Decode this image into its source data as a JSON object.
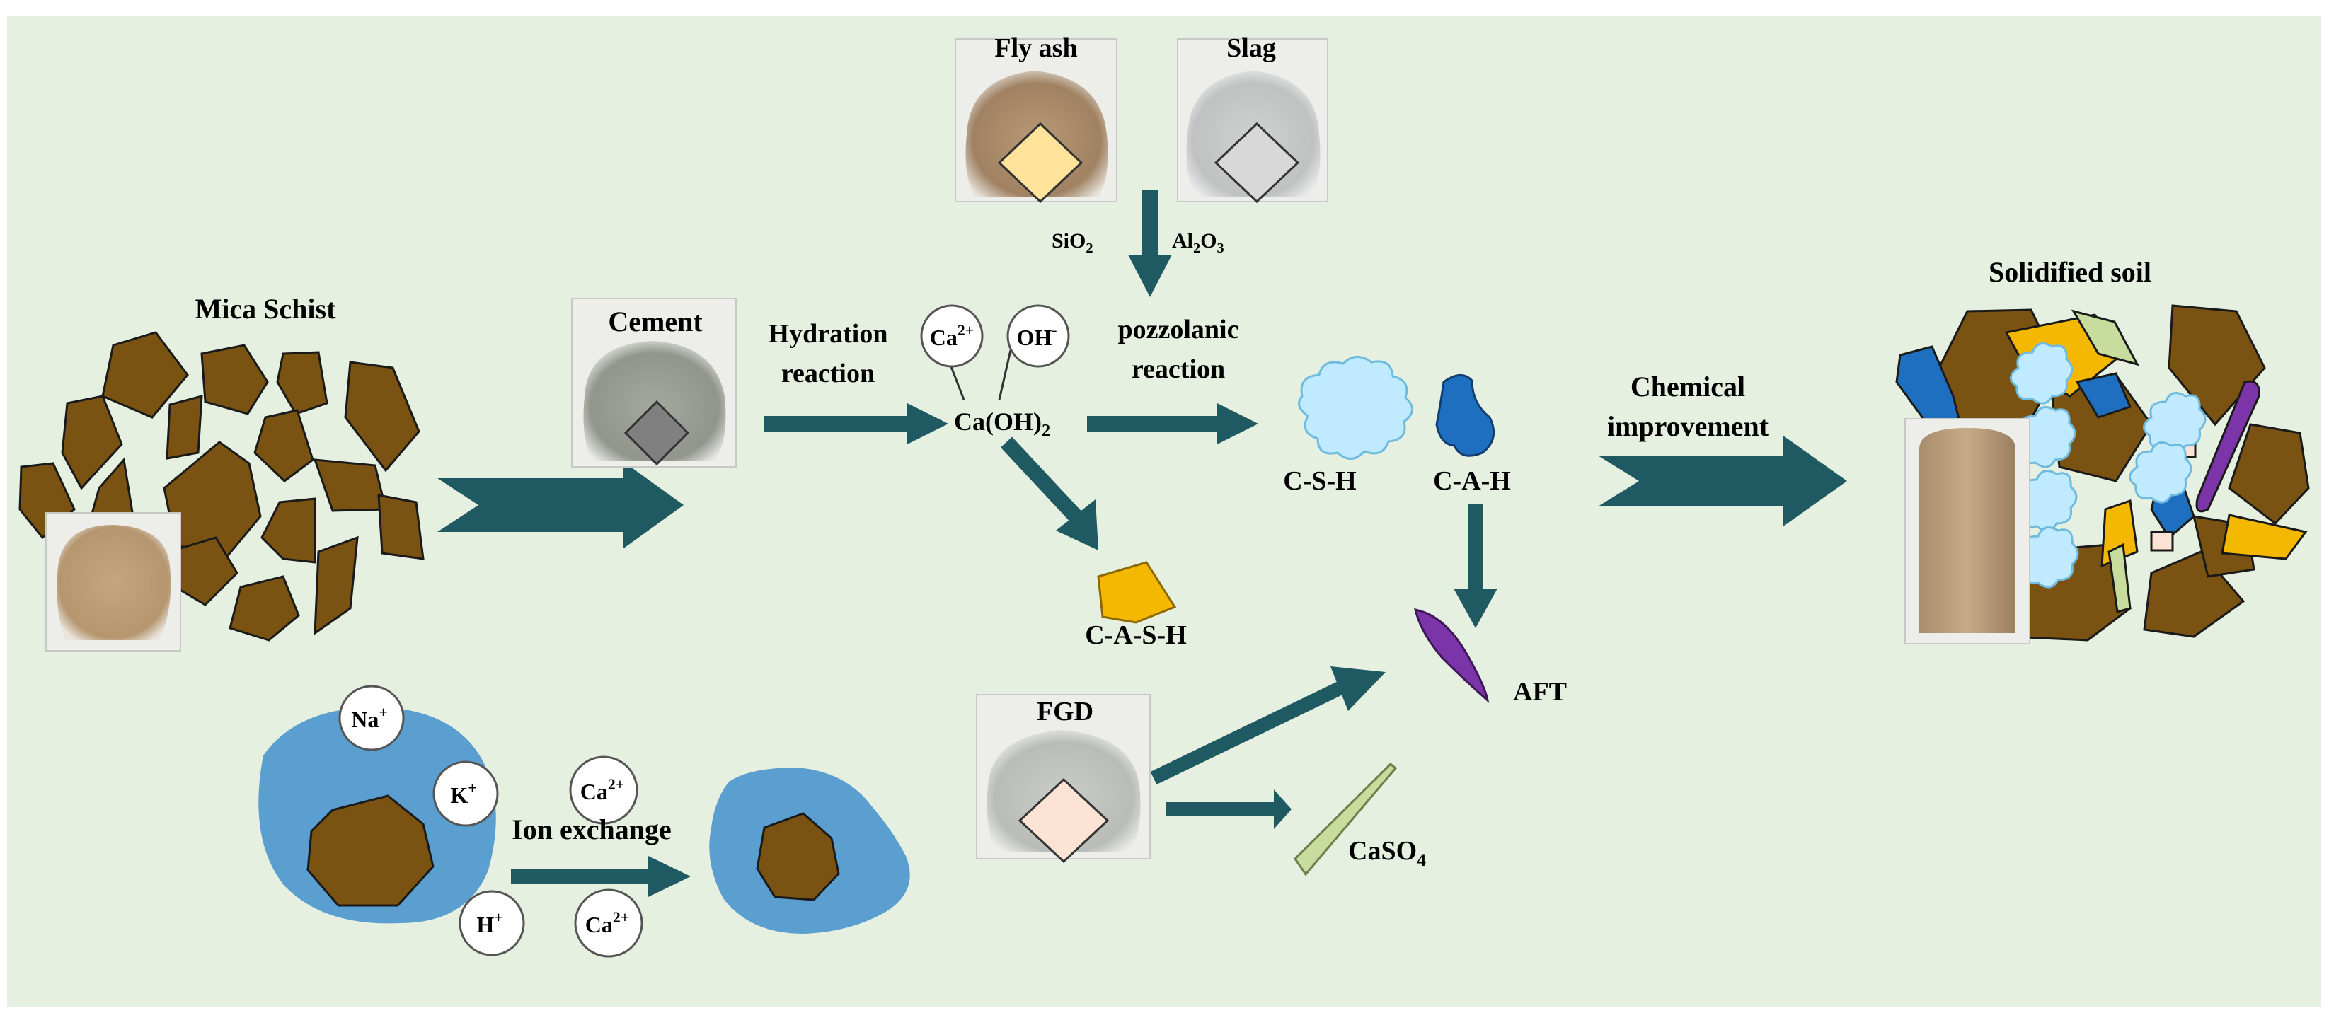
{
  "materials": {
    "fly_ash": "Fly ash",
    "slag": "Slag",
    "cement": "Cement",
    "fgd": "FGD",
    "mica_schist": "Mica Schist",
    "solidified_soil": "Solidified soil"
  },
  "reactions": {
    "hydration_1": "Hydration",
    "hydration_2": "reaction",
    "pozzolanic_1": "pozzolanic",
    "pozzolanic_2": "reaction",
    "chemical_1": "Chemical",
    "chemical_2": "improvement",
    "ion_exchange": "Ion exchange"
  },
  "oxides": {
    "sio2_base": "SiO",
    "sio2_sub": "2",
    "al2o3_a": "Al",
    "al2o3_sub1": "2",
    "al2o3_b": "O",
    "al2o3_sub2": "3"
  },
  "ions": {
    "ca_base": "Ca",
    "ca_charge": "2+",
    "oh_base": "OH",
    "oh_charge": "-",
    "na_base": "Na",
    "na_charge": "+",
    "k_base": "K",
    "k_charge": "+",
    "h_base": "H",
    "h_charge": "+"
  },
  "products": {
    "caoh2_base": "Ca(OH)",
    "caoh2_sub": "2",
    "csh": "C-S-H",
    "cah": "C-A-H",
    "cash": "C-A-S-H",
    "aft": "AFT",
    "caso4_base": "CaSO",
    "caso4_sub": "4"
  },
  "colors": {
    "background": "#e6f0e0",
    "arrow": "#1f5a63",
    "soil_particle": "#7a5212",
    "water_film": "#5b9fd0",
    "csh": "#bfeaff",
    "cah": "#1f6fc0",
    "cash": "#f5b800",
    "aft": "#7b35a8",
    "caso4": "#c7dc9d",
    "fly_ash_marker": "#ffe39a",
    "slag_marker": "#d8d8d8",
    "cement_marker": "#808080",
    "fgd_marker": "#fde3d3"
  }
}
